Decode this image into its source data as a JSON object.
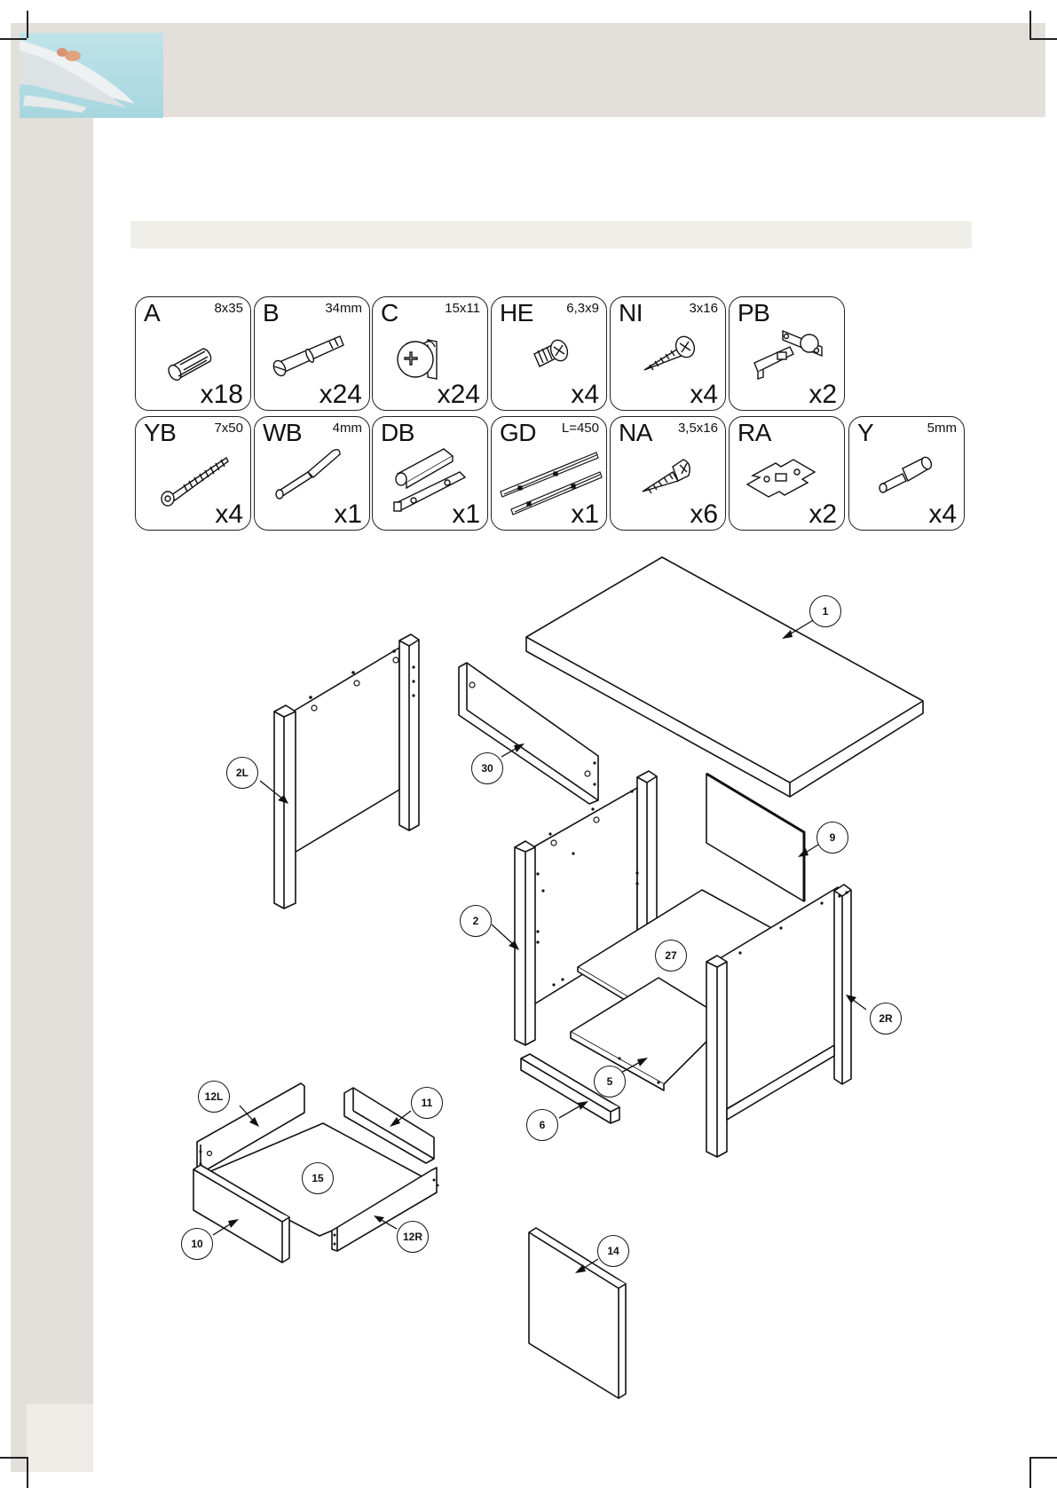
{
  "hardware": [
    {
      "code": "A",
      "size": "8x35",
      "qty": "x18",
      "icon": "wooden-dowel-icon"
    },
    {
      "code": "B",
      "size": "34mm",
      "qty": "x24",
      "icon": "cam-bolt-icon"
    },
    {
      "code": "C",
      "size": "15x11",
      "qty": "x24",
      "icon": "cam-lock-icon"
    },
    {
      "code": "HE",
      "size": "6,3x9",
      "qty": "x4",
      "icon": "euro-screw-icon"
    },
    {
      "code": "NI",
      "size": "3x16",
      "qty": "x4",
      "icon": "pan-head-screw-icon"
    },
    {
      "code": "PB",
      "size": "",
      "qty": "x2",
      "icon": "hinge-icon"
    },
    {
      "code": "YB",
      "size": "7x50",
      "qty": "x4",
      "icon": "confirmat-screw-icon"
    },
    {
      "code": "WB",
      "size": "4mm",
      "qty": "x1",
      "icon": "allen-key-icon"
    },
    {
      "code": "DB",
      "size": "",
      "qty": "x1",
      "icon": "magnetic-catch-icon"
    },
    {
      "code": "GD",
      "size": "L=450",
      "qty": "x1",
      "icon": "drawer-runner-icon"
    },
    {
      "code": "NA",
      "size": "3,5x16",
      "qty": "x6",
      "icon": "countersunk-screw-icon"
    },
    {
      "code": "RA",
      "size": "",
      "qty": "x2",
      "icon": "hinge-plate-icon"
    },
    {
      "code": "Y",
      "size": "5mm",
      "qty": "x4",
      "icon": "shelf-pin-icon"
    }
  ],
  "parts": {
    "p1": "1",
    "p2L": "2L",
    "p30": "30",
    "p2": "2",
    "p9": "9",
    "p27": "27",
    "p2R": "2R",
    "p5": "5",
    "p6": "6",
    "p12L": "12L",
    "p11": "11",
    "p15": "15",
    "p10": "10",
    "p12R": "12R",
    "p14": "14"
  }
}
